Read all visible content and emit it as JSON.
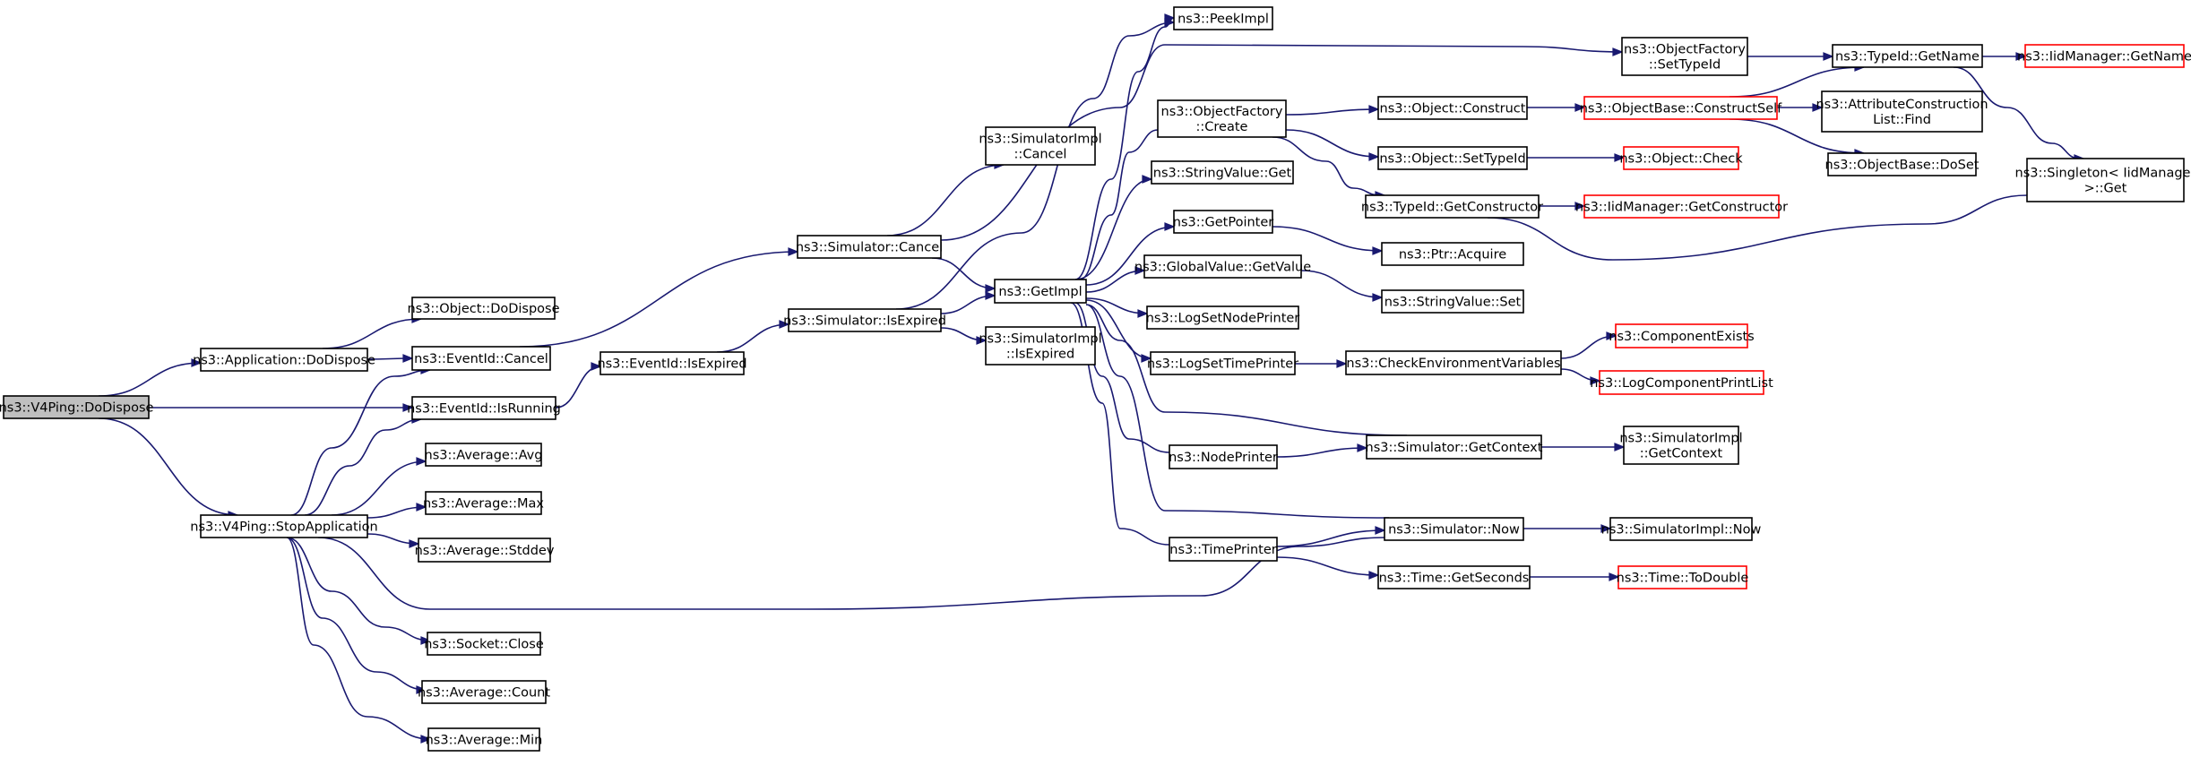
{
  "colors": {
    "edge": "#191970",
    "node_border": "#000000",
    "node_fill": "#ffffff",
    "root_fill": "#bfbfbf",
    "truncated_border": "#ff0000"
  },
  "nodes": [
    {
      "id": "dodispose",
      "lines": [
        "ns3::V4Ping::DoDispose"
      ],
      "style": "root"
    },
    {
      "id": "app_dodispose",
      "lines": [
        "ns3::Application::DoDispose"
      ],
      "style": "normal"
    },
    {
      "id": "stopapp",
      "lines": [
        "ns3::V4Ping::StopApplication"
      ],
      "style": "normal"
    },
    {
      "id": "obj_dodispose",
      "lines": [
        "ns3::Object::DoDispose"
      ],
      "style": "normal"
    },
    {
      "id": "ev_cancel",
      "lines": [
        "ns3::EventId::Cancel"
      ],
      "style": "normal"
    },
    {
      "id": "ev_isrunning",
      "lines": [
        "ns3::EventId::IsRunning"
      ],
      "style": "normal"
    },
    {
      "id": "avg_avg",
      "lines": [
        "ns3::Average::Avg"
      ],
      "style": "normal"
    },
    {
      "id": "avg_max",
      "lines": [
        "ns3::Average::Max"
      ],
      "style": "normal"
    },
    {
      "id": "avg_stddev",
      "lines": [
        "ns3::Average::Stddev"
      ],
      "style": "normal"
    },
    {
      "id": "sock_close",
      "lines": [
        "ns3::Socket::Close"
      ],
      "style": "normal"
    },
    {
      "id": "avg_count",
      "lines": [
        "ns3::Average::Count"
      ],
      "style": "normal"
    },
    {
      "id": "avg_min",
      "lines": [
        "ns3::Average::Min"
      ],
      "style": "normal"
    },
    {
      "id": "ev_isexpired",
      "lines": [
        "ns3::EventId::IsExpired"
      ],
      "style": "normal"
    },
    {
      "id": "sim_cancel",
      "lines": [
        "ns3::Simulator::Cancel"
      ],
      "style": "normal"
    },
    {
      "id": "sim_isexpired",
      "lines": [
        "ns3::Simulator::IsExpired"
      ],
      "style": "normal"
    },
    {
      "id": "simimpl_cancel",
      "lines": [
        "ns3::SimulatorImpl",
        "::Cancel"
      ],
      "style": "normal"
    },
    {
      "id": "simimpl_isexpired",
      "lines": [
        "ns3::SimulatorImpl",
        "::IsExpired"
      ],
      "style": "normal"
    },
    {
      "id": "getimpl",
      "lines": [
        "ns3::GetImpl"
      ],
      "style": "normal"
    },
    {
      "id": "peekimpl",
      "lines": [
        "ns3::PeekImpl"
      ],
      "style": "normal"
    },
    {
      "id": "of_create",
      "lines": [
        "ns3::ObjectFactory",
        "::Create"
      ],
      "style": "normal"
    },
    {
      "id": "sv_get",
      "lines": [
        "ns3::StringValue::Get"
      ],
      "style": "normal"
    },
    {
      "id": "getpointer",
      "lines": [
        "ns3::GetPointer"
      ],
      "style": "normal"
    },
    {
      "id": "gv_getvalue",
      "lines": [
        "ns3::GlobalValue::GetValue"
      ],
      "style": "normal"
    },
    {
      "id": "logsetnodeprinter",
      "lines": [
        "ns3::LogSetNodePrinter"
      ],
      "style": "normal"
    },
    {
      "id": "logsettimeprinter",
      "lines": [
        "ns3::LogSetTimePrinter"
      ],
      "style": "normal"
    },
    {
      "id": "nodeprinter",
      "lines": [
        "ns3::NodePrinter"
      ],
      "style": "normal"
    },
    {
      "id": "timeprinter",
      "lines": [
        "ns3::TimePrinter"
      ],
      "style": "normal"
    },
    {
      "id": "of_settypeid",
      "lines": [
        "ns3::ObjectFactory",
        "::SetTypeId"
      ],
      "style": "normal"
    },
    {
      "id": "obj_construct",
      "lines": [
        "ns3::Object::Construct"
      ],
      "style": "normal"
    },
    {
      "id": "obj_settypeid",
      "lines": [
        "ns3::Object::SetTypeId"
      ],
      "style": "normal"
    },
    {
      "id": "tid_getconstructor",
      "lines": [
        "ns3::TypeId::GetConstructor"
      ],
      "style": "normal"
    },
    {
      "id": "ptr_acquire",
      "lines": [
        "ns3::Ptr::Acquire"
      ],
      "style": "normal"
    },
    {
      "id": "sv_set",
      "lines": [
        "ns3::StringValue::Set"
      ],
      "style": "normal"
    },
    {
      "id": "checkenv",
      "lines": [
        "ns3::CheckEnvironmentVariables"
      ],
      "style": "normal"
    },
    {
      "id": "sim_getcontext",
      "lines": [
        "ns3::Simulator::GetContext"
      ],
      "style": "normal"
    },
    {
      "id": "sim_now",
      "lines": [
        "ns3::Simulator::Now"
      ],
      "style": "normal"
    },
    {
      "id": "time_getseconds",
      "lines": [
        "ns3::Time::GetSeconds"
      ],
      "style": "normal"
    },
    {
      "id": "tid_getname",
      "lines": [
        "ns3::TypeId::GetName"
      ],
      "style": "normal"
    },
    {
      "id": "ob_constructself",
      "lines": [
        "ns3::ObjectBase::ConstructSelf"
      ],
      "style": "truncated"
    },
    {
      "id": "obj_check",
      "lines": [
        "ns3::Object::Check"
      ],
      "style": "truncated"
    },
    {
      "id": "iidmgr_getconstructor",
      "lines": [
        "ns3::IidManager::GetConstructor"
      ],
      "style": "truncated"
    },
    {
      "id": "compexists",
      "lines": [
        "ns3::ComponentExists"
      ],
      "style": "truncated"
    },
    {
      "id": "logcompprintlist",
      "lines": [
        "ns3::LogComponentPrintList"
      ],
      "style": "truncated"
    },
    {
      "id": "simimpl_getcontext",
      "lines": [
        "ns3::SimulatorImpl",
        "::GetContext"
      ],
      "style": "normal"
    },
    {
      "id": "simimpl_now",
      "lines": [
        "ns3::SimulatorImpl::Now"
      ],
      "style": "normal"
    },
    {
      "id": "time_todouble",
      "lines": [
        "ns3::Time::ToDouble"
      ],
      "style": "truncated"
    },
    {
      "id": "iidmgr_getname",
      "lines": [
        "ns3::IidManager::GetName"
      ],
      "style": "truncated"
    },
    {
      "id": "acl_find",
      "lines": [
        "ns3::AttributeConstruction",
        "List::Find"
      ],
      "style": "normal"
    },
    {
      "id": "ob_doset",
      "lines": [
        "ns3::ObjectBase::DoSet"
      ],
      "style": "normal"
    },
    {
      "id": "singleton_get",
      "lines": [
        "ns3::Singleton< IidManager",
        " >::Get"
      ],
      "style": "normal"
    }
  ],
  "edges": [
    [
      "dodispose",
      "app_dodispose"
    ],
    [
      "dodispose",
      "ev_isrunning"
    ],
    [
      "dodispose",
      "stopapp"
    ],
    [
      "app_dodispose",
      "obj_dodispose"
    ],
    [
      "app_dodispose",
      "ev_cancel"
    ],
    [
      "stopapp",
      "ev_cancel"
    ],
    [
      "stopapp",
      "ev_isrunning"
    ],
    [
      "stopapp",
      "avg_avg"
    ],
    [
      "stopapp",
      "avg_max"
    ],
    [
      "stopapp",
      "avg_stddev"
    ],
    [
      "stopapp",
      "sock_close"
    ],
    [
      "stopapp",
      "avg_count"
    ],
    [
      "stopapp",
      "avg_min"
    ],
    [
      "stopapp",
      "sim_now"
    ],
    [
      "ev_cancel",
      "sim_cancel"
    ],
    [
      "ev_isrunning",
      "ev_isexpired"
    ],
    [
      "ev_isexpired",
      "sim_isexpired"
    ],
    [
      "sim_cancel",
      "simimpl_cancel"
    ],
    [
      "sim_cancel",
      "getimpl"
    ],
    [
      "sim_cancel",
      "of_settypeid"
    ],
    [
      "sim_isexpired",
      "getimpl"
    ],
    [
      "sim_isexpired",
      "simimpl_isexpired"
    ],
    [
      "sim_isexpired",
      "peekimpl"
    ],
    [
      "getimpl",
      "peekimpl"
    ],
    [
      "getimpl",
      "of_create"
    ],
    [
      "getimpl",
      "sv_get"
    ],
    [
      "getimpl",
      "getpointer"
    ],
    [
      "getimpl",
      "gv_getvalue"
    ],
    [
      "getimpl",
      "logsetnodeprinter"
    ],
    [
      "getimpl",
      "logsettimeprinter"
    ],
    [
      "getimpl",
      "nodeprinter"
    ],
    [
      "getimpl",
      "timeprinter"
    ],
    [
      "of_create",
      "obj_construct"
    ],
    [
      "of_create",
      "obj_settypeid"
    ],
    [
      "of_create",
      "tid_getconstructor"
    ],
    [
      "getpointer",
      "ptr_acquire"
    ],
    [
      "gv_getvalue",
      "sv_set"
    ],
    [
      "logsettimeprinter",
      "checkenv"
    ],
    [
      "nodeprinter",
      "sim_getcontext"
    ],
    [
      "timeprinter",
      "sim_now"
    ],
    [
      "timeprinter",
      "time_getseconds"
    ],
    [
      "sim_getcontext",
      "getimpl"
    ],
    [
      "sim_getcontext",
      "simimpl_getcontext"
    ],
    [
      "sim_now",
      "getimpl"
    ],
    [
      "sim_now",
      "simimpl_now"
    ],
    [
      "of_settypeid",
      "tid_getname"
    ],
    [
      "obj_construct",
      "ob_constructself"
    ],
    [
      "obj_settypeid",
      "obj_check"
    ],
    [
      "tid_getconstructor",
      "iidmgr_getconstructor"
    ],
    [
      "tid_getconstructor",
      "singleton_get"
    ],
    [
      "checkenv",
      "compexists"
    ],
    [
      "checkenv",
      "logcompprintlist"
    ],
    [
      "time_getseconds",
      "time_todouble"
    ],
    [
      "ob_constructself",
      "tid_getname"
    ],
    [
      "ob_constructself",
      "acl_find"
    ],
    [
      "ob_constructself",
      "ob_doset"
    ],
    [
      "tid_getname",
      "iidmgr_getname"
    ],
    [
      "tid_getname",
      "singleton_get"
    ]
  ]
}
